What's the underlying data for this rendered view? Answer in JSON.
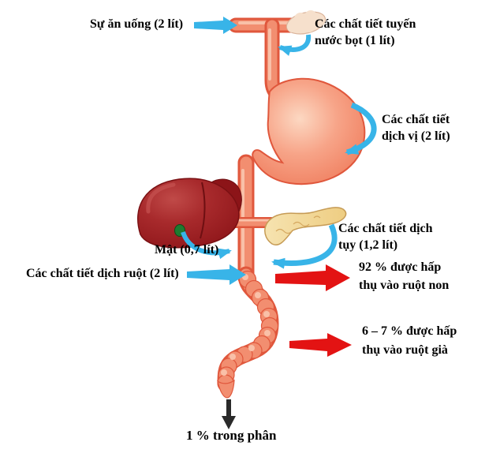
{
  "labels": {
    "intake": "Sự ăn uống (2 lít)",
    "saliva": {
      "line1": "Các chất tiết tuyến",
      "line2": "nước bọt (1 lít)"
    },
    "gastric": {
      "line1": "Các chất tiết",
      "line2": "dịch vị (2 lít)"
    },
    "bile": "Mật (0,7 lít)",
    "pancreatic": {
      "line1": "Các chất tiết dịch",
      "line2": "tụy (1,2 lít)"
    },
    "intestinal": "Các chất tiết dịch ruột (2 lít)",
    "absorb_small": {
      "line1": "92 % được hấp",
      "line2": "thụ vào ruột non"
    },
    "absorb_large": {
      "line1": "6 – 7 % được hấp",
      "line2": "thụ vào ruột già"
    },
    "feces": "1 % trong phân"
  },
  "values": {
    "intake_liters": "2 lít",
    "saliva_liters": "1 lít",
    "gastric_liters": "2 lít",
    "bile_liters": "0,7 lít",
    "pancreatic_liters": "1,2 lít",
    "intestinal_liters": "2 lít",
    "absorbed_small_intestine": "92 %",
    "absorbed_large_intestine": "6 – 7 %",
    "in_feces": "1 %"
  },
  "colors": {
    "background": "#ffffff",
    "text": "#010101",
    "secretion_arrow_blue": "#38b4e8",
    "absorption_arrow_red": "#e31313",
    "feces_arrow_black": "#2a2a2a",
    "tract_outline": "#e0573c",
    "tract_fill": "#f28e70",
    "tract_highlight": "#f9c0a8",
    "liver": "#9c1b1f",
    "gallbladder": "#1e7b30",
    "pancreas": "#f2d694",
    "salivary_gland": "#f6e0cc"
  },
  "organs": [
    "mouth-tube",
    "salivary-gland",
    "esophagus",
    "stomach",
    "liver",
    "gallbladder",
    "pancreas",
    "intestine-tube",
    "large-intestine",
    "rectum"
  ]
}
